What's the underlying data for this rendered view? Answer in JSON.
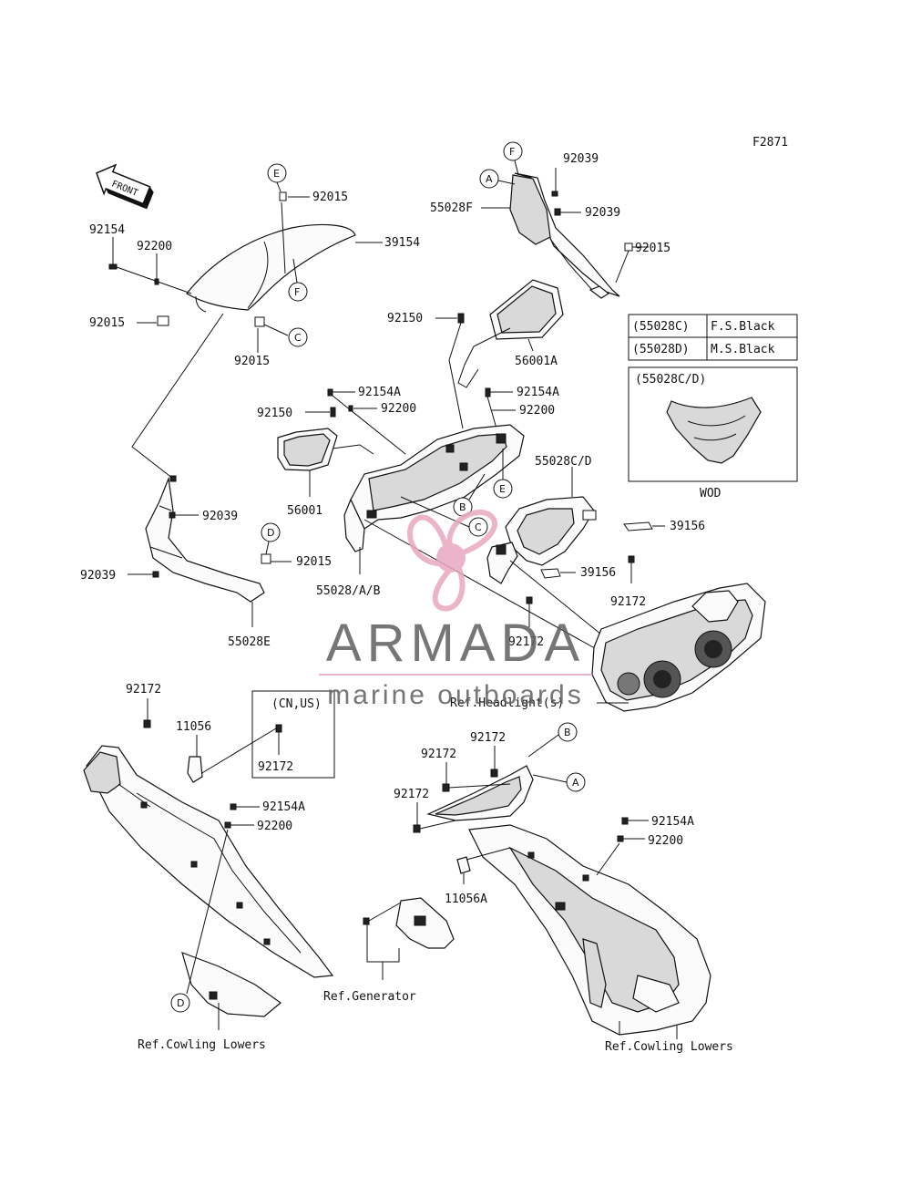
{
  "figure_id": "F2871",
  "front_label": "FRONT",
  "watermark": {
    "brand": "ARMADA",
    "tagline": "marine outboards",
    "logo_color": "#e8a8c0",
    "text_color": "#5f5f5f"
  },
  "part_labels": {
    "p92015_top": "92015",
    "p39154": "39154",
    "p92154_left": "92154",
    "p92200_left": "92200",
    "p92015_left": "92015",
    "p92015_mid": "92015",
    "p92039_tr1": "92039",
    "p55028F": "55028F",
    "p92039_tr2": "92039",
    "p92015_tr": "92015",
    "p92150_upper": "92150",
    "p56001A": "56001A",
    "p92154A_upper": "92154A",
    "p92200_upper": "92200",
    "p92154A_mid": "92154A",
    "p92200_mid": "92200",
    "p92150_mid": "92150",
    "p56001": "56001",
    "p55028CD": "55028C/D",
    "p92039_l1": "92039",
    "p92039_l2": "92039",
    "p92015_d": "92015",
    "p55028E": "55028E",
    "p55028AB": "55028/A/B",
    "p39156_a": "39156",
    "p39156_b": "39156",
    "p92172_r": "92172",
    "p92172_c": "92172",
    "p92172_bl": "92172",
    "p11056": "11056",
    "p92172_box": "92172",
    "p92154A_bl": "92154A",
    "p92200_bl": "92200",
    "p92172_br1": "92172",
    "p92172_br2": "92172",
    "p92172_br3": "92172",
    "p92154A_br": "92154A",
    "p92200_br": "92200",
    "p11056A": "11056A"
  },
  "ref_labels": {
    "headlight": "Ref.Headlight(s)",
    "generator": "Ref.Generator",
    "cowling_left": "Ref.Cowling Lowers",
    "cowling_right": "Ref.Cowling Lowers"
  },
  "callout_letters": {
    "E_top": "E",
    "F_top": "F",
    "C_left": "C",
    "F_tr": "F",
    "A_tr": "A",
    "E_mid": "E",
    "B_mid": "B",
    "C_mid": "C",
    "D_mid": "D",
    "D_bot": "D",
    "B_br": "B",
    "A_br": "A"
  },
  "region_box": {
    "label": "(CN,US)"
  },
  "color_table": {
    "rows": [
      {
        "code": "(55028C)",
        "color": "F.S.Black"
      },
      {
        "code": "(55028D)",
        "color": "M.S.Black"
      }
    ]
  },
  "variant_box": {
    "title": "(55028C/D)",
    "caption": "WOD"
  }
}
